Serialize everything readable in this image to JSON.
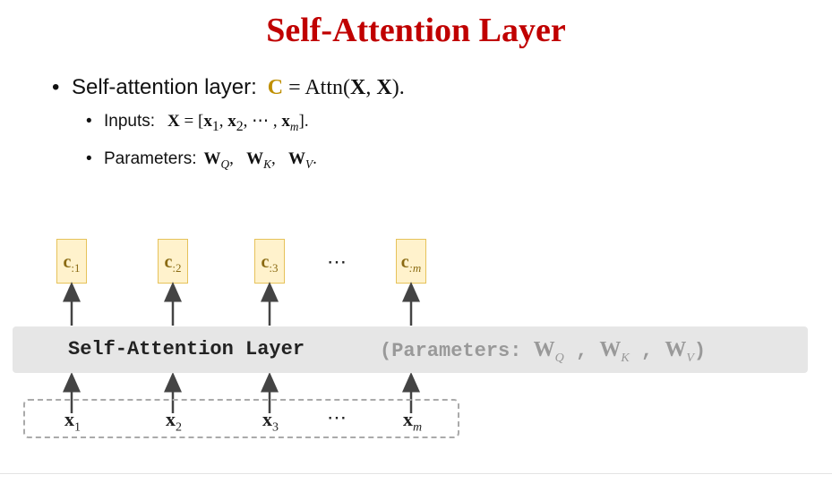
{
  "title": "Self-Attention Layer",
  "bullet1": {
    "label": "Self-attention layer:",
    "lhs": "C",
    "eq": " = ",
    "func": "Attn(",
    "arg1": "X",
    "comma": ", ",
    "arg2": "X",
    "close": ")."
  },
  "bullet2": {
    "label": "Inputs:",
    "lhs": "X",
    "rhs_open": " = [",
    "x": "x",
    "sub1": "1",
    "sub2": "2",
    "ellipsis": ", ⋯ ,",
    "subm": "m",
    "rhs_close": "]."
  },
  "bullet3": {
    "label": "Parameters:",
    "w": "W",
    "subQ": "Q",
    "subK": "K",
    "subV": "V",
    "end": "."
  },
  "outputs": {
    "c": "c",
    "subs": [
      ":1",
      ":2",
      ":3",
      ":m"
    ],
    "dots": "⋯"
  },
  "layer": {
    "name": "Self-Attention Layer",
    "params_label": "(Parameters: ",
    "w": "W",
    "subQ": "Q",
    "subK": "K",
    "subV": "V",
    "sep": " , ",
    "close": ")"
  },
  "inputs": {
    "x": "x",
    "subs": [
      "1",
      "2",
      "3",
      "m"
    ],
    "dots": "⋯"
  },
  "colors": {
    "title": "#c00000",
    "gold": "#bf8f00",
    "box_fill": "#fff2cc",
    "layer_bg": "#e6e6e6",
    "arrow": "#444444"
  }
}
